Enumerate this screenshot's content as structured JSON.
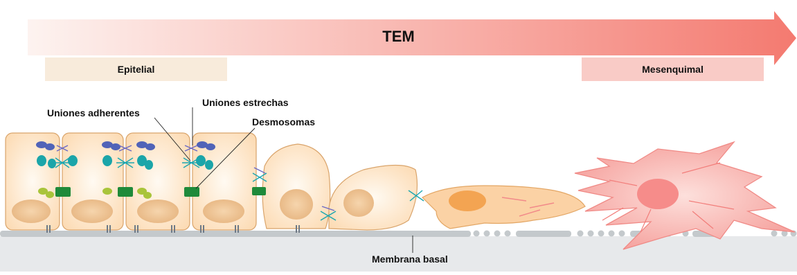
{
  "title": "TEM",
  "stages": {
    "left": "Epitelial",
    "right": "Mesenquimal"
  },
  "labels": {
    "adherens": "Uniones adherentes",
    "tight": "Uniones estrechas",
    "desmosomes": "Desmosomas",
    "basal": "Membrana basal"
  },
  "colors": {
    "arrow_start": "#fdf2ef",
    "arrow_end": "#f47b72",
    "epithelial_box": "#f8ebdb",
    "mesenchymal_box": "#f9c9c4",
    "cell_fill": "#fde4c6",
    "cell_stroke": "#d9a46b",
    "nucleus": "#efc79a",
    "mesenchymal_cell": "#f7a4a2",
    "membrane": "#c9cdd0",
    "ground": "#e6e8ea"
  }
}
